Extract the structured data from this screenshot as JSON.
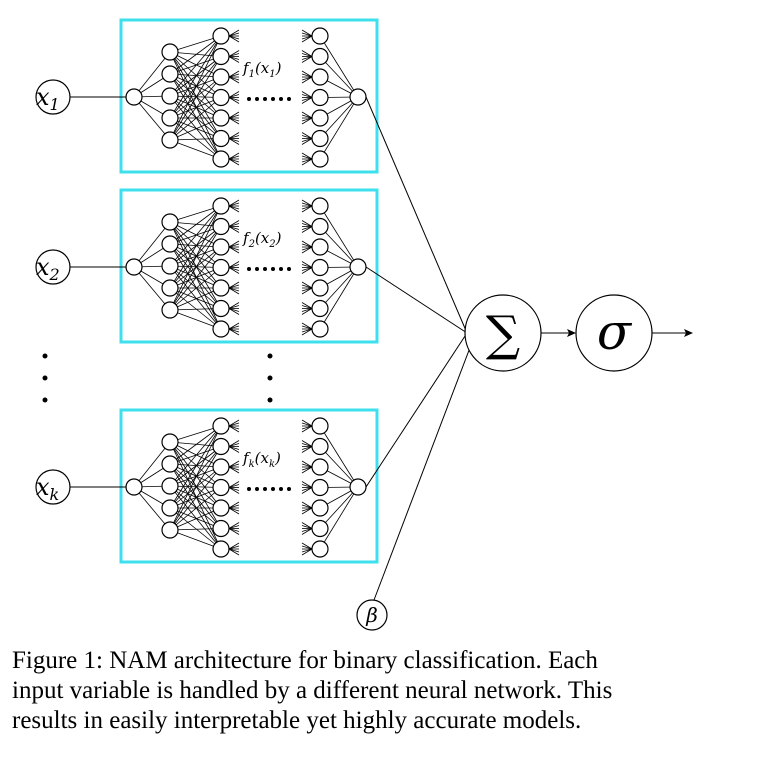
{
  "diagram": {
    "inputs": [
      {
        "var": "x",
        "sub": "1",
        "func_label": "f",
        "func_sub": "1",
        "func_arg": "(x",
        "func_arg_sub": "1",
        "func_close": ")"
      },
      {
        "var": "x",
        "sub": "2",
        "func_label": "f",
        "func_sub": "2",
        "func_arg": "(x",
        "func_arg_sub": "2",
        "func_close": ")"
      },
      {
        "var": "x",
        "sub": "k",
        "func_label": "f",
        "func_sub": "k",
        "func_arg": "(x",
        "func_arg_sub": "k",
        "func_close": ")"
      }
    ],
    "sum_symbol": "∑",
    "sigmoid_symbol": "σ",
    "bias_symbol": "β",
    "colors": {
      "box": "#3ee0ee",
      "stroke": "#000000",
      "background": "#ffffff"
    }
  },
  "caption": {
    "lines": [
      "Figure 1: NAM architecture for binary classification. Each",
      "input variable is handled by a different neural network. This",
      "results in easily interpretable yet highly accurate models."
    ]
  }
}
